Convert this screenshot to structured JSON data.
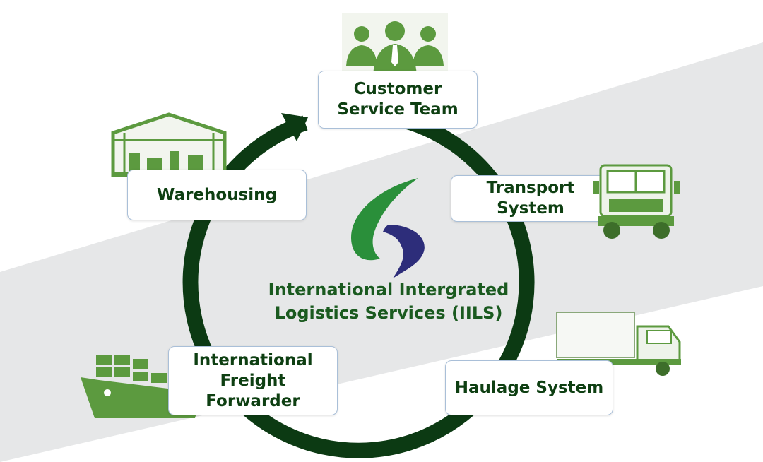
{
  "colors": {
    "ring": "#0c3a13",
    "box_border": "#a9bfd8",
    "label_text": "#0e3f12",
    "icon_green": "#5c9a3f",
    "background_band": "#e6e7e8",
    "logo_green": "#2a8f3a",
    "logo_blue": "#2d2d7a"
  },
  "center": {
    "title": "International Intergrated\nLogistics Services (IILS)"
  },
  "nodes": {
    "customer": {
      "label": "Customer\nService Team",
      "icon": "people-icon"
    },
    "transport": {
      "label": "Transport\nSystem",
      "icon": "tractor-truck-icon"
    },
    "haulage": {
      "label": "Haulage System",
      "icon": "box-truck-icon"
    },
    "freight": {
      "label": "International\nFreight\nForwarder",
      "icon": "cargo-ship-icon"
    },
    "warehousing": {
      "label": "Warehousing",
      "icon": "warehouse-icon"
    }
  }
}
